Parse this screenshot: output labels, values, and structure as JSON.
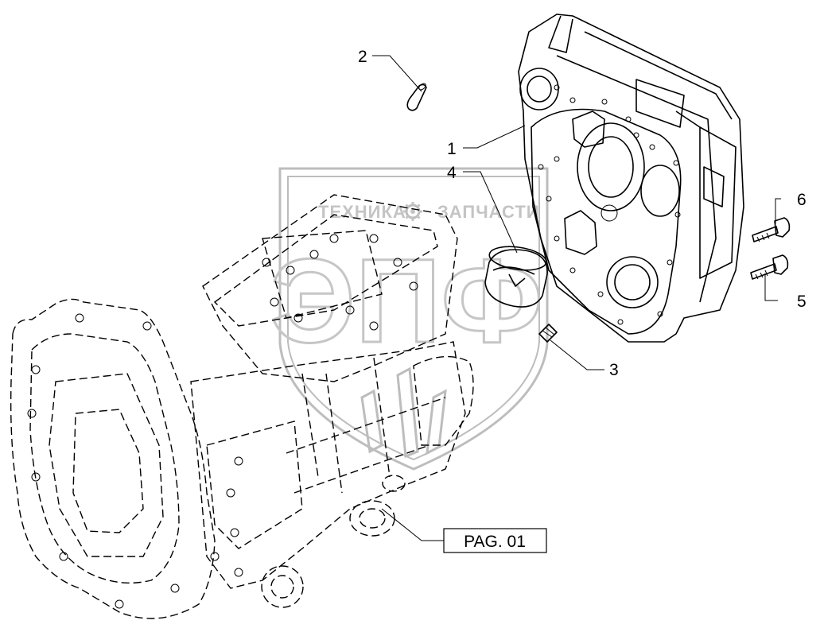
{
  "callouts": [
    {
      "id": "1",
      "label": "1"
    },
    {
      "id": "2",
      "label": "2"
    },
    {
      "id": "3",
      "label": "3"
    },
    {
      "id": "4",
      "label": "4"
    },
    {
      "id": "5",
      "label": "5"
    },
    {
      "id": "6",
      "label": "6"
    }
  ],
  "reference_box": {
    "label": "PAG. 01"
  },
  "watermark": {
    "left_text": "ТЕХНИКА",
    "right_text": "ЗАПЧАСТИ",
    "monogram": "ЭПФ",
    "gear_icon": "gear-icon"
  },
  "colors": {
    "line": "#000000",
    "watermark": "#c4c4c4",
    "background": "#ffffff"
  }
}
